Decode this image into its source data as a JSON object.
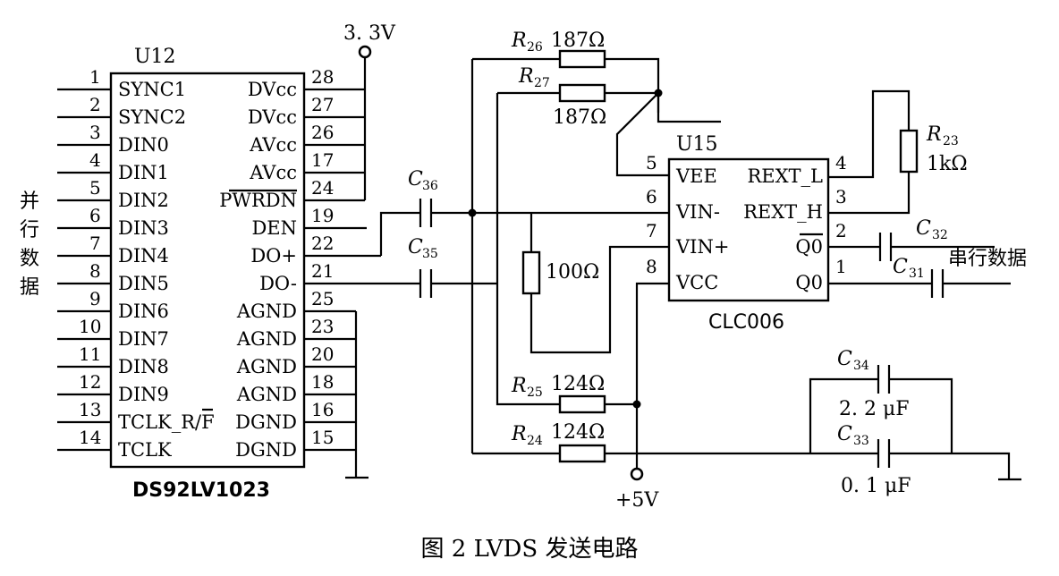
{
  "caption": "图 2  LVDS 发送电路",
  "u12": {
    "ref": "U12",
    "part": "DS92LV1023",
    "left_pins": [
      {
        "num": "1",
        "name": "SYNC1"
      },
      {
        "num": "2",
        "name": "SYNC2"
      },
      {
        "num": "3",
        "name": "DIN0"
      },
      {
        "num": "4",
        "name": "DIN1"
      },
      {
        "num": "5",
        "name": "DIN2"
      },
      {
        "num": "6",
        "name": "DIN3"
      },
      {
        "num": "7",
        "name": "DIN4"
      },
      {
        "num": "8",
        "name": "DIN5"
      },
      {
        "num": "9",
        "name": "DIN6"
      },
      {
        "num": "10",
        "name": "DIN7"
      },
      {
        "num": "11",
        "name": "DIN8"
      },
      {
        "num": "12",
        "name": "DIN9"
      },
      {
        "num": "13",
        "name": "TCLK_R/F"
      },
      {
        "num": "14",
        "name": "TCLK"
      }
    ],
    "right_pins": [
      {
        "num": "28",
        "name": "DVcc"
      },
      {
        "num": "27",
        "name": "DVcc"
      },
      {
        "num": "26",
        "name": "AVcc"
      },
      {
        "num": "17",
        "name": "AVcc"
      },
      {
        "num": "24",
        "name": "PWRDN"
      },
      {
        "num": "19",
        "name": "DEN"
      },
      {
        "num": "22",
        "name": "DO+"
      },
      {
        "num": "21",
        "name": "DO-"
      },
      {
        "num": "25",
        "name": "AGND"
      },
      {
        "num": "23",
        "name": "AGND"
      },
      {
        "num": "20",
        "name": "AGND"
      },
      {
        "num": "18",
        "name": "AGND"
      },
      {
        "num": "16",
        "name": "DGND"
      },
      {
        "num": "15",
        "name": "DGND"
      }
    ]
  },
  "u15": {
    "ref": "U15",
    "part": "CLC006",
    "left_pins": [
      {
        "num": "5",
        "name": "VEE"
      },
      {
        "num": "6",
        "name": "VIN-"
      },
      {
        "num": "7",
        "name": "VIN+"
      },
      {
        "num": "8",
        "name": "VCC"
      }
    ],
    "right_pins": [
      {
        "num": "4",
        "name": "REXT_L"
      },
      {
        "num": "3",
        "name": "REXT_H"
      },
      {
        "num": "2",
        "name": "Q0"
      },
      {
        "num": "1",
        "name": "Q0"
      }
    ]
  },
  "power": {
    "v33": "3. 3V",
    "v5": "+5V"
  },
  "parallel_label": [
    "并",
    "行",
    "数",
    "据"
  ],
  "serial_label": "串行数据",
  "components": {
    "r26": {
      "ref": "R",
      "sub": "26",
      "value": "187Ω"
    },
    "r27": {
      "ref": "R",
      "sub": "27",
      "value": "187Ω"
    },
    "r25": {
      "ref": "R",
      "sub": "25",
      "value": "124Ω"
    },
    "r24": {
      "ref": "R",
      "sub": "24",
      "value": "124Ω"
    },
    "r23": {
      "ref": "R",
      "sub": "23",
      "value": "1kΩ"
    },
    "r100": {
      "value": "100Ω"
    },
    "c36": {
      "ref": "C",
      "sub": "36"
    },
    "c35": {
      "ref": "C",
      "sub": "35"
    },
    "c32": {
      "ref": "C",
      "sub": "32"
    },
    "c31": {
      "ref": "C",
      "sub": "31"
    },
    "c34": {
      "ref": "C",
      "sub": "34",
      "value": "2. 2 μF"
    },
    "c33": {
      "ref": "C",
      "sub": "33",
      "value": "0. 1 μF"
    }
  }
}
